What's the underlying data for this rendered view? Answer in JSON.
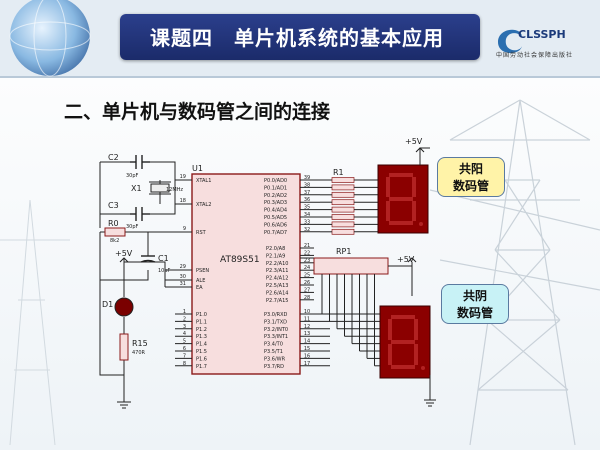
{
  "header": {
    "title": "课题四　单片机系统的基本应用",
    "logo_text": "CLSSPH",
    "logo_sub": "中国劳动社会保障出版社"
  },
  "subtitle": "二、单片机与数码管之间的连接",
  "callouts": {
    "common_anode": {
      "line1": "共阳",
      "line2": "数码管"
    },
    "common_cathode": {
      "line1": "共阴",
      "line2": "数码管"
    }
  },
  "schematic": {
    "components": {
      "c2": "C2",
      "c2_value": "30pF",
      "c3": "C3",
      "c3_value": "30pF",
      "x1": "X1",
      "x1_value": "12MHz",
      "r0": "R0",
      "r0_value": "8k2",
      "c1": "C1",
      "c1_value": "10uF",
      "d1": "D1",
      "r15": "R15",
      "r15_value": "470R",
      "u1": "U1",
      "chip": "AT89S51",
      "r1": "R1",
      "rp1": "RP1",
      "vcc1": "+5V",
      "vcc2": "+5V",
      "vcc3": "+5V"
    },
    "left_pins": [
      {
        "num": "19",
        "name": "XTAL1"
      },
      {
        "num": "18",
        "name": "XTAL2"
      },
      {
        "num": "9",
        "name": "RST"
      },
      {
        "num": "29",
        "name": "PSEN"
      },
      {
        "num": "30",
        "name": "ALE"
      },
      {
        "num": "31",
        "name": "EA"
      }
    ],
    "p1_pins": [
      {
        "num": "1",
        "name": "P1.0"
      },
      {
        "num": "2",
        "name": "P1.1"
      },
      {
        "num": "3",
        "name": "P1.2"
      },
      {
        "num": "4",
        "name": "P1.3"
      },
      {
        "num": "5",
        "name": "P1.4"
      },
      {
        "num": "6",
        "name": "P1.5"
      },
      {
        "num": "7",
        "name": "P1.6"
      },
      {
        "num": "8",
        "name": "P1.7"
      }
    ],
    "p0_pins": [
      {
        "num": "39",
        "name": "P0.0/AD0"
      },
      {
        "num": "38",
        "name": "P0.1/AD1"
      },
      {
        "num": "37",
        "name": "P0.2/AD2"
      },
      {
        "num": "36",
        "name": "P0.3/AD3"
      },
      {
        "num": "35",
        "name": "P0.4/AD4"
      },
      {
        "num": "34",
        "name": "P0.5/AD5"
      },
      {
        "num": "33",
        "name": "P0.6/AD6"
      },
      {
        "num": "32",
        "name": "P0.7/AD7"
      }
    ],
    "p2_pins": [
      {
        "num": "21",
        "name": "P2.0/A8"
      },
      {
        "num": "22",
        "name": "P2.1/A9"
      },
      {
        "num": "23",
        "name": "P2.2/A10"
      },
      {
        "num": "24",
        "name": "P2.3/A11"
      },
      {
        "num": "25",
        "name": "P2.4/A12"
      },
      {
        "num": "26",
        "name": "P2.5/A13"
      },
      {
        "num": "27",
        "name": "P2.6/A14"
      },
      {
        "num": "28",
        "name": "P2.7/A15"
      }
    ],
    "p3_pins": [
      {
        "num": "10",
        "name": "P3.0/RXD"
      },
      {
        "num": "11",
        "name": "P3.1/TXD"
      },
      {
        "num": "12",
        "name": "P3.2/INT0"
      },
      {
        "num": "13",
        "name": "P3.3/INT1"
      },
      {
        "num": "14",
        "name": "P3.4/T0"
      },
      {
        "num": "15",
        "name": "P3.5/T1"
      },
      {
        "num": "16",
        "name": "P3.6/WR"
      },
      {
        "num": "17",
        "name": "P3.7/RD"
      }
    ]
  },
  "colors": {
    "title_bar": "#1f3278",
    "chip_fill": "#f7dede",
    "chip_border": "#8b1a1a",
    "segment_body": "#8b0000",
    "segment_off": "#b22222",
    "callout_yellow": "#fff3a8",
    "callout_cyan": "#c8f2f6",
    "wire": "#222222"
  }
}
